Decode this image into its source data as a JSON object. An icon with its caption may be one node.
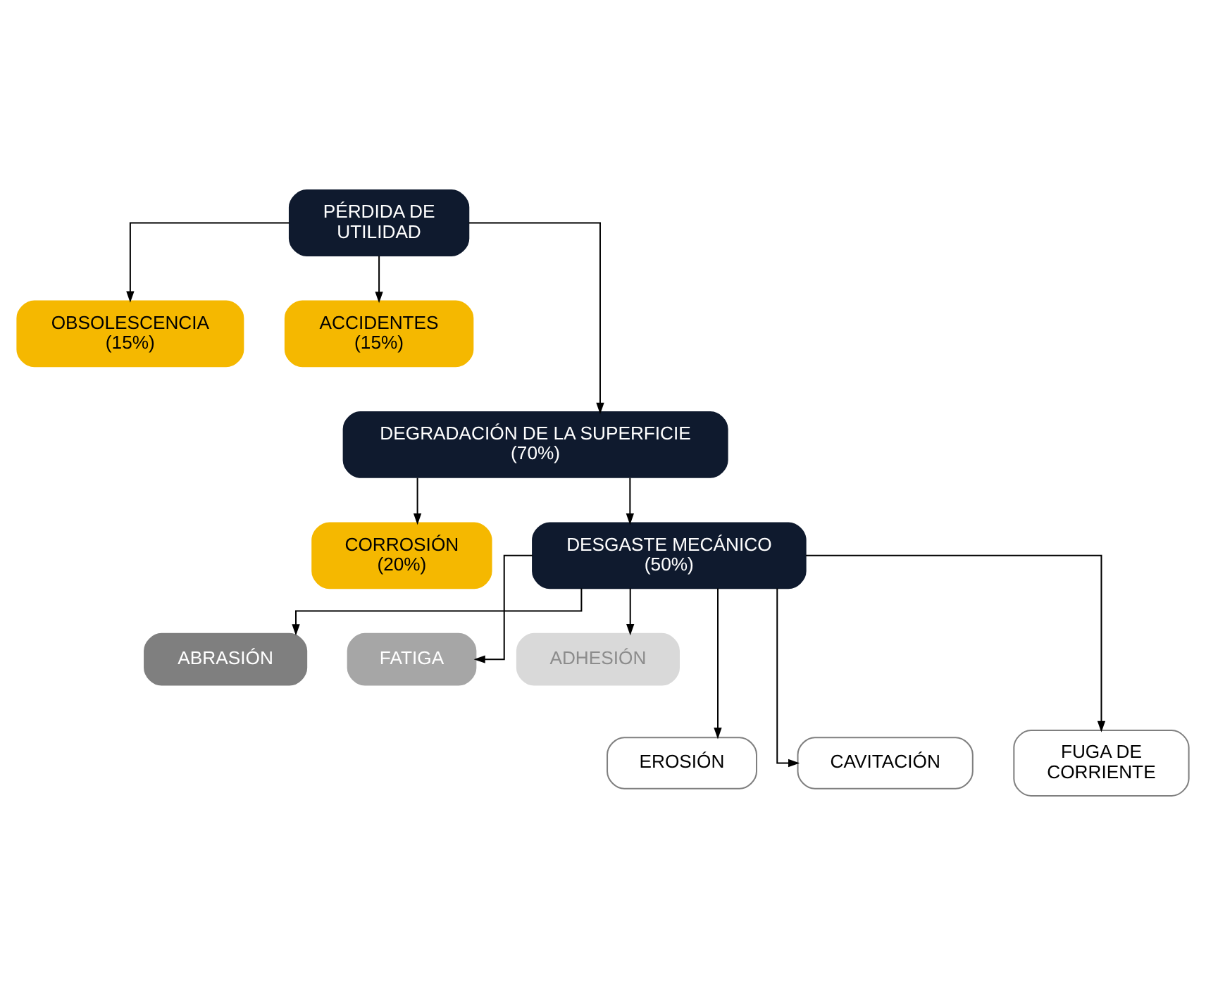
{
  "diagram": {
    "nodes": [
      {
        "text": [
          "PÉRDIDA DE UTILIDAD"
        ]
      },
      {
        "text": [
          "OBSOLESCENCIA",
          "(15%)"
        ]
      },
      {
        "text": [
          "ACCIDENTES",
          "(15%)"
        ]
      },
      {
        "text": [
          "DEGRADACIÓN DE LA SUPERFICIE",
          "(70%)"
        ]
      },
      {
        "text": [
          "CORROSIÓN",
          "(20%)"
        ]
      },
      {
        "text": [
          "DESGASTE MECÁNICO",
          "(50%)"
        ]
      },
      {
        "text": [
          "ABRASIÓN"
        ]
      },
      {
        "text": [
          "FATIGA"
        ]
      },
      {
        "text": [
          "ADHESIÓN"
        ]
      },
      {
        "text": [
          "EROSIÓN"
        ]
      },
      {
        "text": [
          "CAVITACIÓN"
        ]
      },
      {
        "text": [
          "FUGA DE CORRIENTE"
        ]
      }
    ],
    "edges": [
      {
        "from": 0,
        "to": 1,
        "arrow": "to"
      },
      {
        "from": 0,
        "to": 2,
        "arrow": "to"
      },
      {
        "from": 0,
        "to": 3,
        "arrow": "to"
      },
      {
        "from": 3,
        "to": 4,
        "arrow": "to"
      },
      {
        "from": 3,
        "to": 5,
        "arrow": "to"
      },
      {
        "from": 5,
        "to": 6,
        "arrow": "to"
      },
      {
        "from": 5,
        "to": 7,
        "arrow": "to"
      },
      {
        "from": 5,
        "to": 8,
        "arrow": "to"
      },
      {
        "from": 5,
        "to": 9,
        "arrow": "to"
      },
      {
        "from": 5,
        "to": 10,
        "arrow": "to"
      },
      {
        "from": 5,
        "to": 11,
        "arrow": "to"
      }
    ]
  }
}
